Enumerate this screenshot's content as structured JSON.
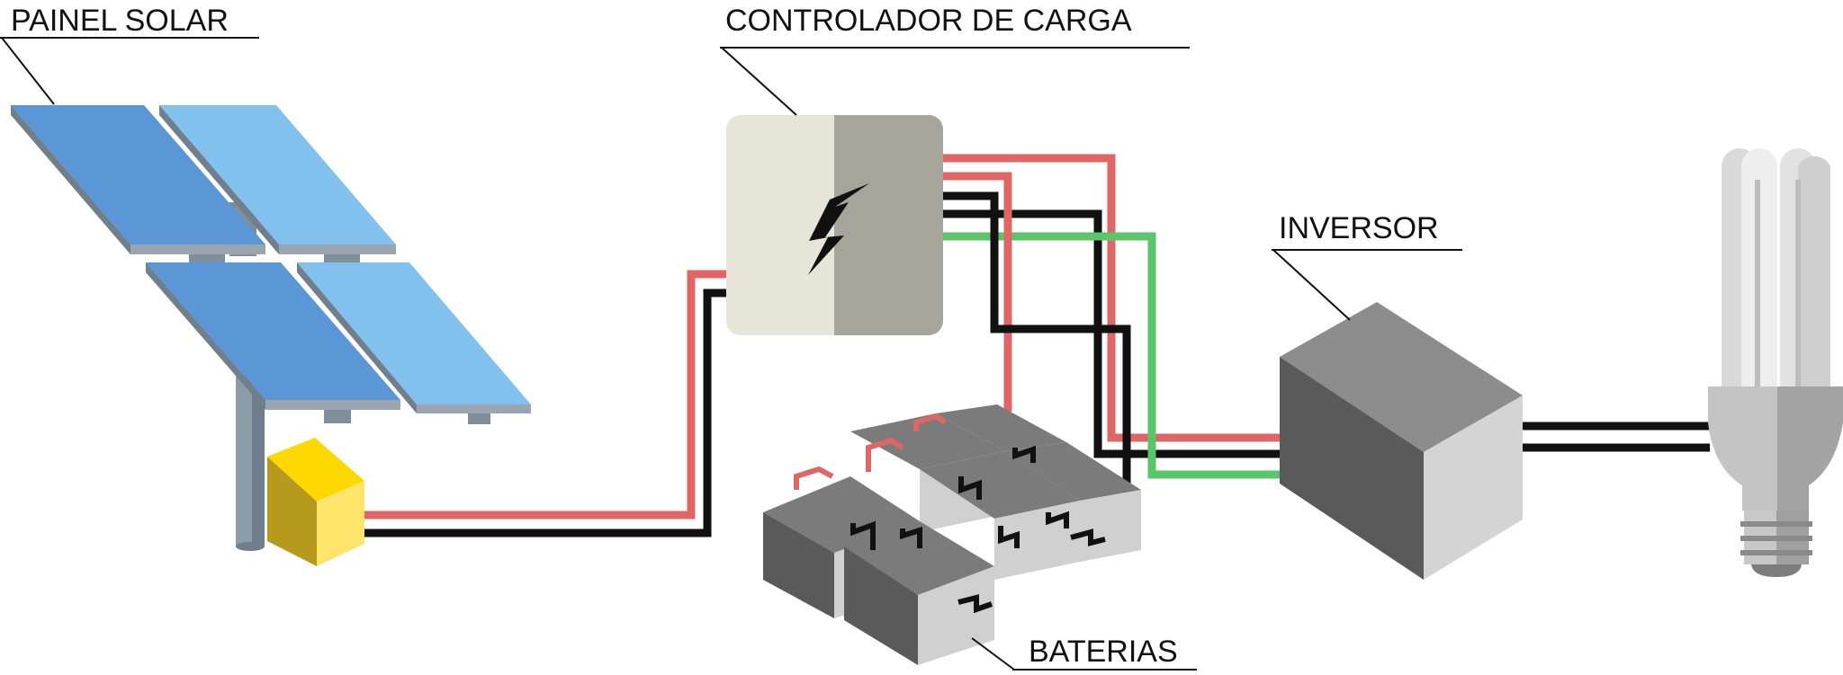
{
  "labels": {
    "solar_panel": "PAINEL SOLAR",
    "charge_controller": "CONTROLADOR DE CARGA",
    "inverter": "INVERSOR",
    "batteries": "BATERIAS"
  },
  "components": {
    "solar_panel_count": 4,
    "battery_count": 6
  },
  "colors": {
    "wire_positive": "#e06666",
    "wire_negative": "#111111",
    "wire_ac": "#5cc46a",
    "panel_dark": "#5b97d6",
    "panel_light": "#82c1ee",
    "junction_box": "#ffd800",
    "controller_left": "#e7e5d8",
    "controller_right": "#a6a59c",
    "inverter": "#8c8c8c",
    "battery": "#7b7b7b"
  },
  "icons": {
    "controller": "lightning-bolt-icon",
    "load": "cfl-lamp-icon"
  }
}
